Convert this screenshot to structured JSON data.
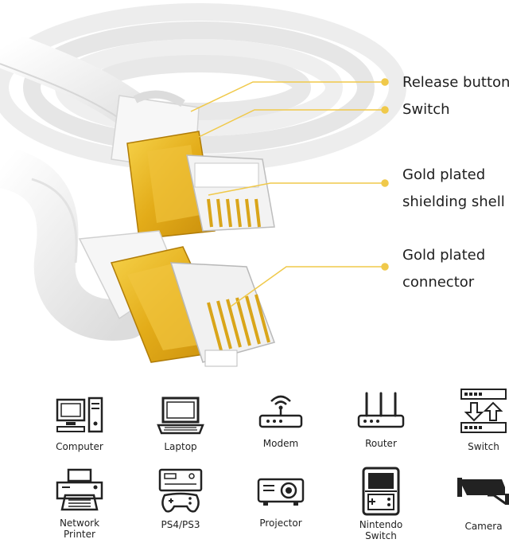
{
  "callouts": {
    "release_button": "Release button",
    "switch": "Switch",
    "gold_shell_line1": "Gold plated",
    "gold_shell_line2": "shielding shell",
    "gold_conn_line1": "Gold plated",
    "gold_conn_line2": "connector"
  },
  "colors": {
    "callout_dot": "#f0c94a",
    "gold": "#e8b621",
    "cable": "#f4f4f4",
    "icon": "#222222"
  },
  "devices": [
    {
      "icon": "computer-icon",
      "label": "Computer"
    },
    {
      "icon": "laptop-icon",
      "label": "Laptop"
    },
    {
      "icon": "modem-icon",
      "label": "Modem"
    },
    {
      "icon": "router-icon",
      "label": "Router"
    },
    {
      "icon": "switch-icon",
      "label": "Switch"
    },
    {
      "icon": "network-printer-icon",
      "label_line1": "Network",
      "label_line2": "Printer"
    },
    {
      "icon": "game-console-icon",
      "label": "PS4/PS3"
    },
    {
      "icon": "projector-icon",
      "label": "Projector"
    },
    {
      "icon": "nintendo-switch-icon",
      "label_line1": "Nintendo",
      "label_line2": "Switch"
    },
    {
      "icon": "camera-icon",
      "label": "Camera"
    }
  ]
}
